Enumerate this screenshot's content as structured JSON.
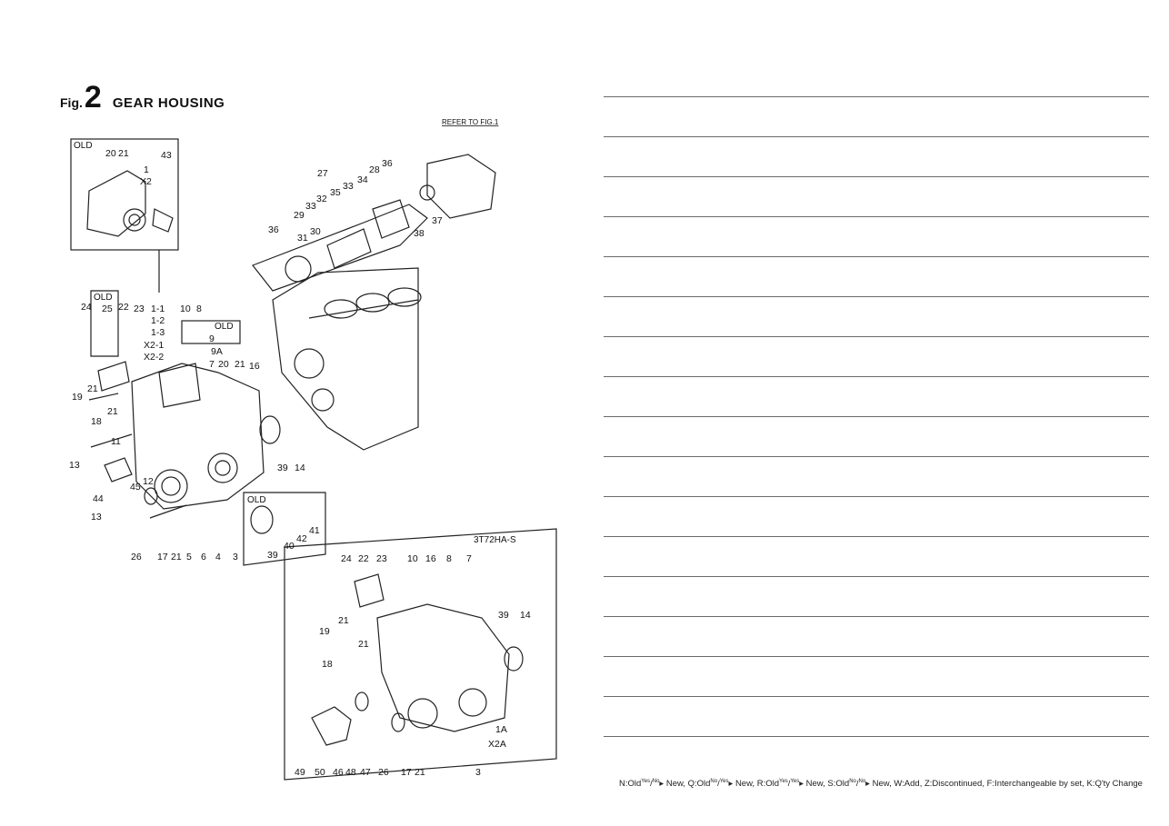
{
  "header": {
    "fig_label": "Fig.",
    "fig_number": "2",
    "title": "GEAR HOUSING"
  },
  "diagram": {
    "refer_note": "REFER TO FIG.1",
    "model_label": "3T72HA-S",
    "old_label": "OLD",
    "callouts_top_inset": [
      "20",
      "21",
      "43",
      "1",
      "X2"
    ],
    "callouts_top_assembly": [
      "27",
      "29",
      "33",
      "32",
      "35",
      "33",
      "34",
      "28",
      "36",
      "38",
      "37",
      "36",
      "30",
      "31"
    ],
    "callouts_main": [
      "24",
      "25",
      "22",
      "23",
      "1-1",
      "1-2",
      "1-3",
      "X2-1",
      "X2-2",
      "10",
      "8",
      "9",
      "9A",
      "7",
      "20",
      "21",
      "16",
      "19",
      "21",
      "18",
      "21",
      "11",
      "13",
      "44",
      "45",
      "12",
      "13",
      "26",
      "17",
      "21",
      "5",
      "6",
      "4",
      "3",
      "39",
      "14"
    ],
    "callouts_old_seal": [
      "39",
      "40",
      "42",
      "41"
    ],
    "callouts_lower": [
      "24",
      "22",
      "23",
      "10",
      "16",
      "8",
      "7",
      "39",
      "14",
      "21",
      "19",
      "21",
      "18",
      "1A",
      "X2A",
      "49",
      "50",
      "46",
      "48",
      "47",
      "26",
      "17",
      "21",
      "3"
    ]
  },
  "parts_list": {
    "row_count_note": "",
    "rows": [
      "",
      "",
      "",
      "",
      "",
      "",
      "",
      "",
      "",
      "",
      "",
      "",
      "",
      "",
      "",
      "",
      ""
    ]
  },
  "legend": {
    "n_old": "N:Old",
    "n_new": "New,",
    "q_old": "Q:Old",
    "q_new": "New,",
    "r_old": "R:Old",
    "r_new": "New,",
    "s_old": "S:Old",
    "s_new": "New,",
    "rest": "W:Add, Z:Discontinued, F:Interchangeable by set, K:Q'ty Change",
    "yes": "Yes",
    "no": "No"
  }
}
